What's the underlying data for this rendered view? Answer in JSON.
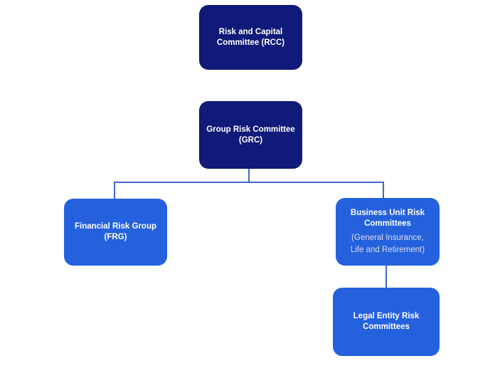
{
  "colors": {
    "node_dark": "#101a78",
    "node_blue": "#2561dd",
    "connector": "#3e69c9",
    "text": "#ffffff",
    "subtext": "#d9deee",
    "background": "#ffffff"
  },
  "nodes": {
    "rcc": {
      "label": "Risk and Capital Committee (RCC)",
      "line1": "Risk and Capital",
      "line2": "Committee (RCC)"
    },
    "grc": {
      "label": "Group Risk Committee (GRC)",
      "line1": "Group Risk Committee",
      "line2": "(GRC)"
    },
    "frg": {
      "label": "Financial Risk Group (FRG)",
      "line1": "Financial Risk Group",
      "line2": "(FRG)"
    },
    "burc": {
      "label": "Business Unit Risk Committees (General Insurance, Life and Retirement)",
      "line1": "Business Unit Risk",
      "line2": "Committees",
      "sub1": "(General Insurance,",
      "sub2": "Life and Retirement)"
    },
    "lerc": {
      "label": "Legal Entity Risk Committees",
      "line1": "Legal Entity Risk",
      "line2": "Committees"
    }
  },
  "edges": [
    {
      "from": "grc",
      "to": "frg"
    },
    {
      "from": "grc",
      "to": "burc"
    },
    {
      "from": "burc",
      "to": "lerc"
    }
  ]
}
